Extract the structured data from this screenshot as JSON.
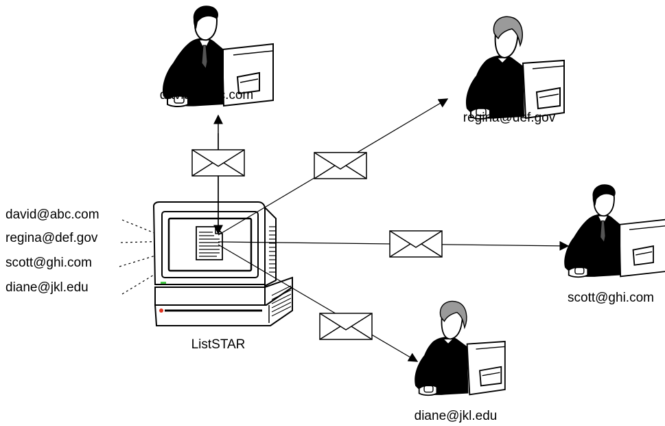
{
  "server": {
    "label": "ListSTAR"
  },
  "list": {
    "entries": [
      "david@abc.com",
      "regina@def.gov",
      "scott@ghi.com",
      "diane@jkl.edu"
    ]
  },
  "recipients": {
    "david": {
      "label": "david@abc.com",
      "icon": "man-at-computer-icon"
    },
    "regina": {
      "label": "regina@def.gov",
      "icon": "woman-at-computer-icon"
    },
    "scott": {
      "label": "scott@ghi.com",
      "icon": "man-at-computer-icon"
    },
    "diane": {
      "label": "diane@jkl.edu",
      "icon": "woman-at-computer-icon"
    }
  },
  "colors": {
    "ink": "#000000",
    "paper": "#ffffff",
    "led": "#46c846",
    "apple_logo": "#e0301e"
  }
}
